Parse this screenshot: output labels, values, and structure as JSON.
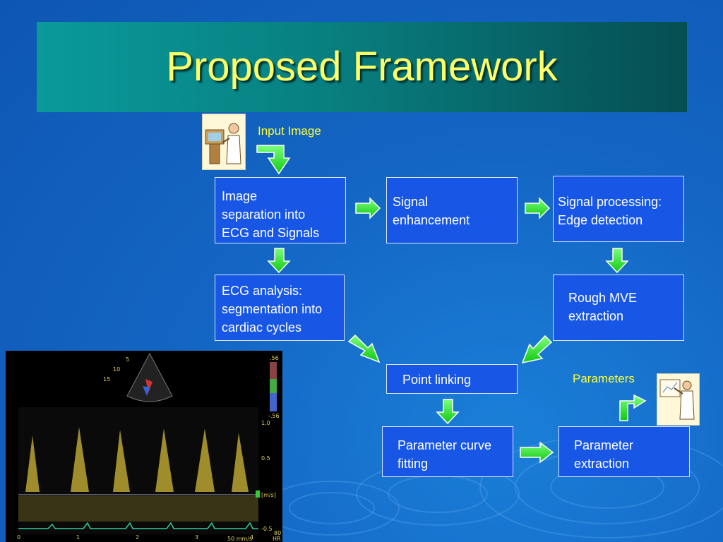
{
  "slide": {
    "title": "Proposed Framework",
    "colors": {
      "title": "#ffff66",
      "box_fill": "#1857e6",
      "arrow": "#22ee22",
      "background": "#1466c4"
    }
  },
  "labels": {
    "input_image": "Input Image",
    "parameters": "Parameters"
  },
  "boxes": {
    "image_separation": "Image\nseparation into\nECG and Signals",
    "signal_enhancement": "Signal\nenhancement",
    "signal_processing": "Signal processing:\nEdge detection",
    "ecg_analysis": "ECG analysis:\nsegmentation into\ncardiac cycles",
    "rough_mve": "Rough MVE\nextraction",
    "point_linking": "Point linking",
    "parameter_curve_fitting": "Parameter curve\nfitting",
    "parameter_extraction": "Parameter\nextraction"
  },
  "echo_image": {
    "top_scale": [
      ".56",
      "-.56"
    ],
    "velocity_ticks": [
      "1.0",
      "0.5",
      "[m/s]",
      "-0.5"
    ],
    "time_ticks": [
      "0",
      "1",
      "2",
      "3",
      "4"
    ],
    "bottom_right": [
      "80",
      "HR"
    ],
    "speed": "50 mm/s",
    "sector_marks": [
      "5",
      "10",
      "15"
    ]
  },
  "icons": [
    "computer-user-clipart-icon",
    "presenter-clipart-icon",
    "arrow-icon"
  ]
}
